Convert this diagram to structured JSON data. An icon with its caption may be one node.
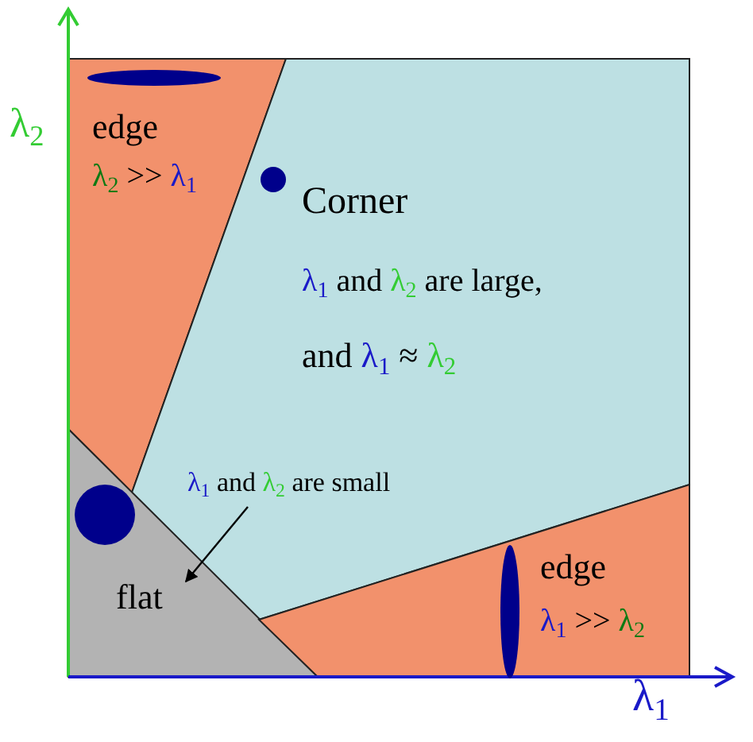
{
  "diagram": {
    "nodes": [
      {
        "text": [
          "edge",
          "λ$_{2}$ >> λ$_{1}$"
        ]
      },
      {
        "text": [
          "Corner",
          "λ$_{1}$ and λ$_{2}$ are large,",
          "and λ$_{1}$ ≈ λ$_{2}$"
        ]
      },
      {
        "text": [
          "flat"
        ]
      },
      {
        "text": [
          "edge",
          "λ$_{1}$ >> λ$_{2}$"
        ]
      },
      {
        "text": [
          "λ$_{1}$ and λ$_{2}$ are small"
        ],
        "in": 1
      }
    ],
    "edges": [
      {
        "from": 4,
        "to": 2,
        "arrow": "to"
      }
    ],
    "labels": [
      "λ$_{2}$",
      "λ$_{1}$"
    ]
  }
}
